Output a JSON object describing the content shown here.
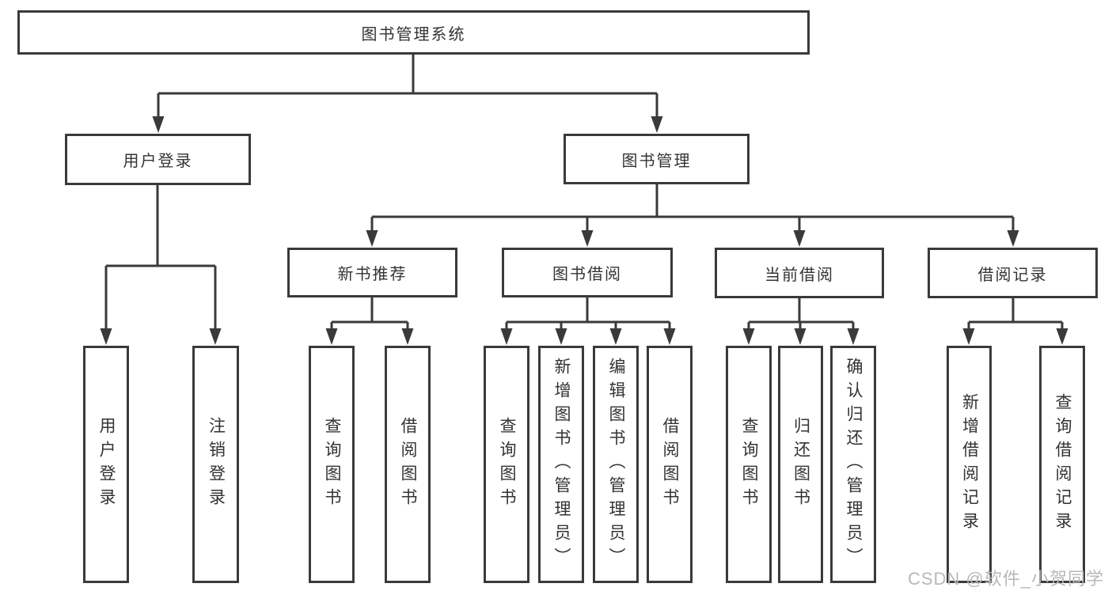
{
  "diagram": {
    "root": {
      "label": "图书管理系统"
    },
    "branches": [
      {
        "label": "用户登录",
        "children": [
          {
            "label": "用户登录"
          },
          {
            "label": "注销登录"
          }
        ]
      },
      {
        "label": "图书管理",
        "children": [
          {
            "label": "新书推荐",
            "children": [
              {
                "label": "查询图书"
              },
              {
                "label": "借阅图书"
              }
            ]
          },
          {
            "label": "图书借阅",
            "children": [
              {
                "label": "查询图书"
              },
              {
                "label": "新增图书（管理员）"
              },
              {
                "label": "编辑图书（管理员）"
              },
              {
                "label": "借阅图书"
              }
            ]
          },
          {
            "label": "当前借阅",
            "children": [
              {
                "label": "查询图书"
              },
              {
                "label": "归还图书"
              },
              {
                "label": "确认归还（管理员）"
              }
            ]
          },
          {
            "label": "借阅记录",
            "children": [
              {
                "label": "新增借阅记录"
              },
              {
                "label": "查询借阅记录"
              }
            ]
          }
        ]
      }
    ]
  },
  "watermark": "CSDN @软件_小贺同学",
  "colors": {
    "line": "#3a3a3a",
    "text": "#333333",
    "watermark": "#b8b8b8",
    "background": "#ffffff"
  }
}
